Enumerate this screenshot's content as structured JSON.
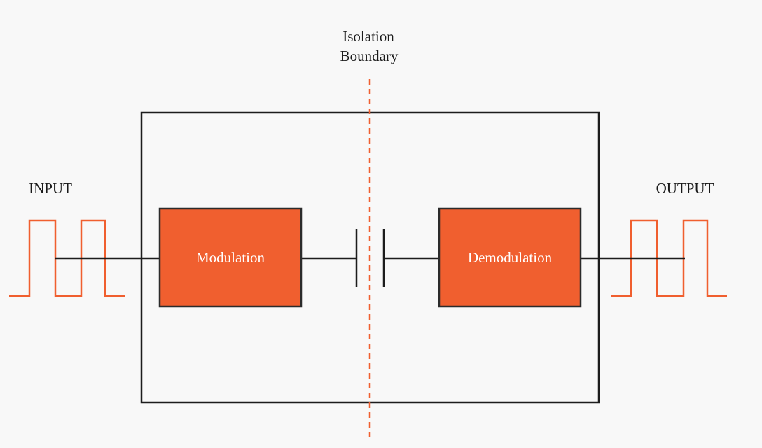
{
  "isolation_boundary": {
    "line1": "Isolation",
    "line2": "Boundary"
  },
  "input_label": "INPUT",
  "output_label": "OUTPUT",
  "blocks": {
    "modulation": "Modulation",
    "demodulation": "Demodulation"
  },
  "colors": {
    "background": "#f8f8f8",
    "accent": "#f05f2f",
    "block_border": "#2b2b2b",
    "line": "#1c1c1c",
    "text_dark": "#1a1a1a",
    "text_light": "#ffffff"
  }
}
